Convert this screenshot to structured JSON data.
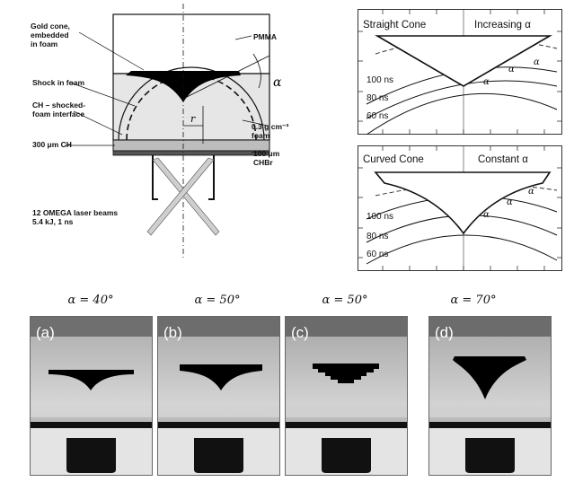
{
  "schematic": {
    "labels": {
      "gold_cone": "Gold cone,\nembedded\nin foam",
      "pmma": "PMMA",
      "shock_in_foam": "Shock in foam",
      "ch_interface": "CH – shocked-\nfoam interface",
      "ch_300": "300 μm CH",
      "foam_density": "0.3 g cm⁻³ foam",
      "chbr": "100 μm CHBr",
      "laser": "12 OMEGA laser beams\n5.4 kJ, 1 ns",
      "alpha": "α",
      "r": "r"
    }
  },
  "plots": [
    {
      "title_left": "Straight Cone",
      "title_right": "Increasing α",
      "time_labels": [
        "100 ns",
        "80 ns",
        "60 ns"
      ],
      "alpha_marks": [
        "α",
        "α",
        "α"
      ]
    },
    {
      "title_left": "Curved Cone",
      "title_right": "Constant α",
      "time_labels": [
        "100 ns",
        "80 ns",
        "60 ns"
      ],
      "alpha_marks": [
        "α",
        "α",
        "α"
      ]
    }
  ],
  "panels": [
    {
      "letter": "(a)",
      "caption": "α = 40°"
    },
    {
      "letter": "(b)",
      "caption": "α = 50°"
    },
    {
      "letter": "(c)",
      "caption": "α = 50°"
    },
    {
      "letter": "(d)",
      "caption": "α = 70°"
    }
  ],
  "colors": {
    "cone": "#000000",
    "foam": "#e6e6e6",
    "ch_layer": "#bdbdbd",
    "radiograph_bg": "#c9c9c9"
  }
}
